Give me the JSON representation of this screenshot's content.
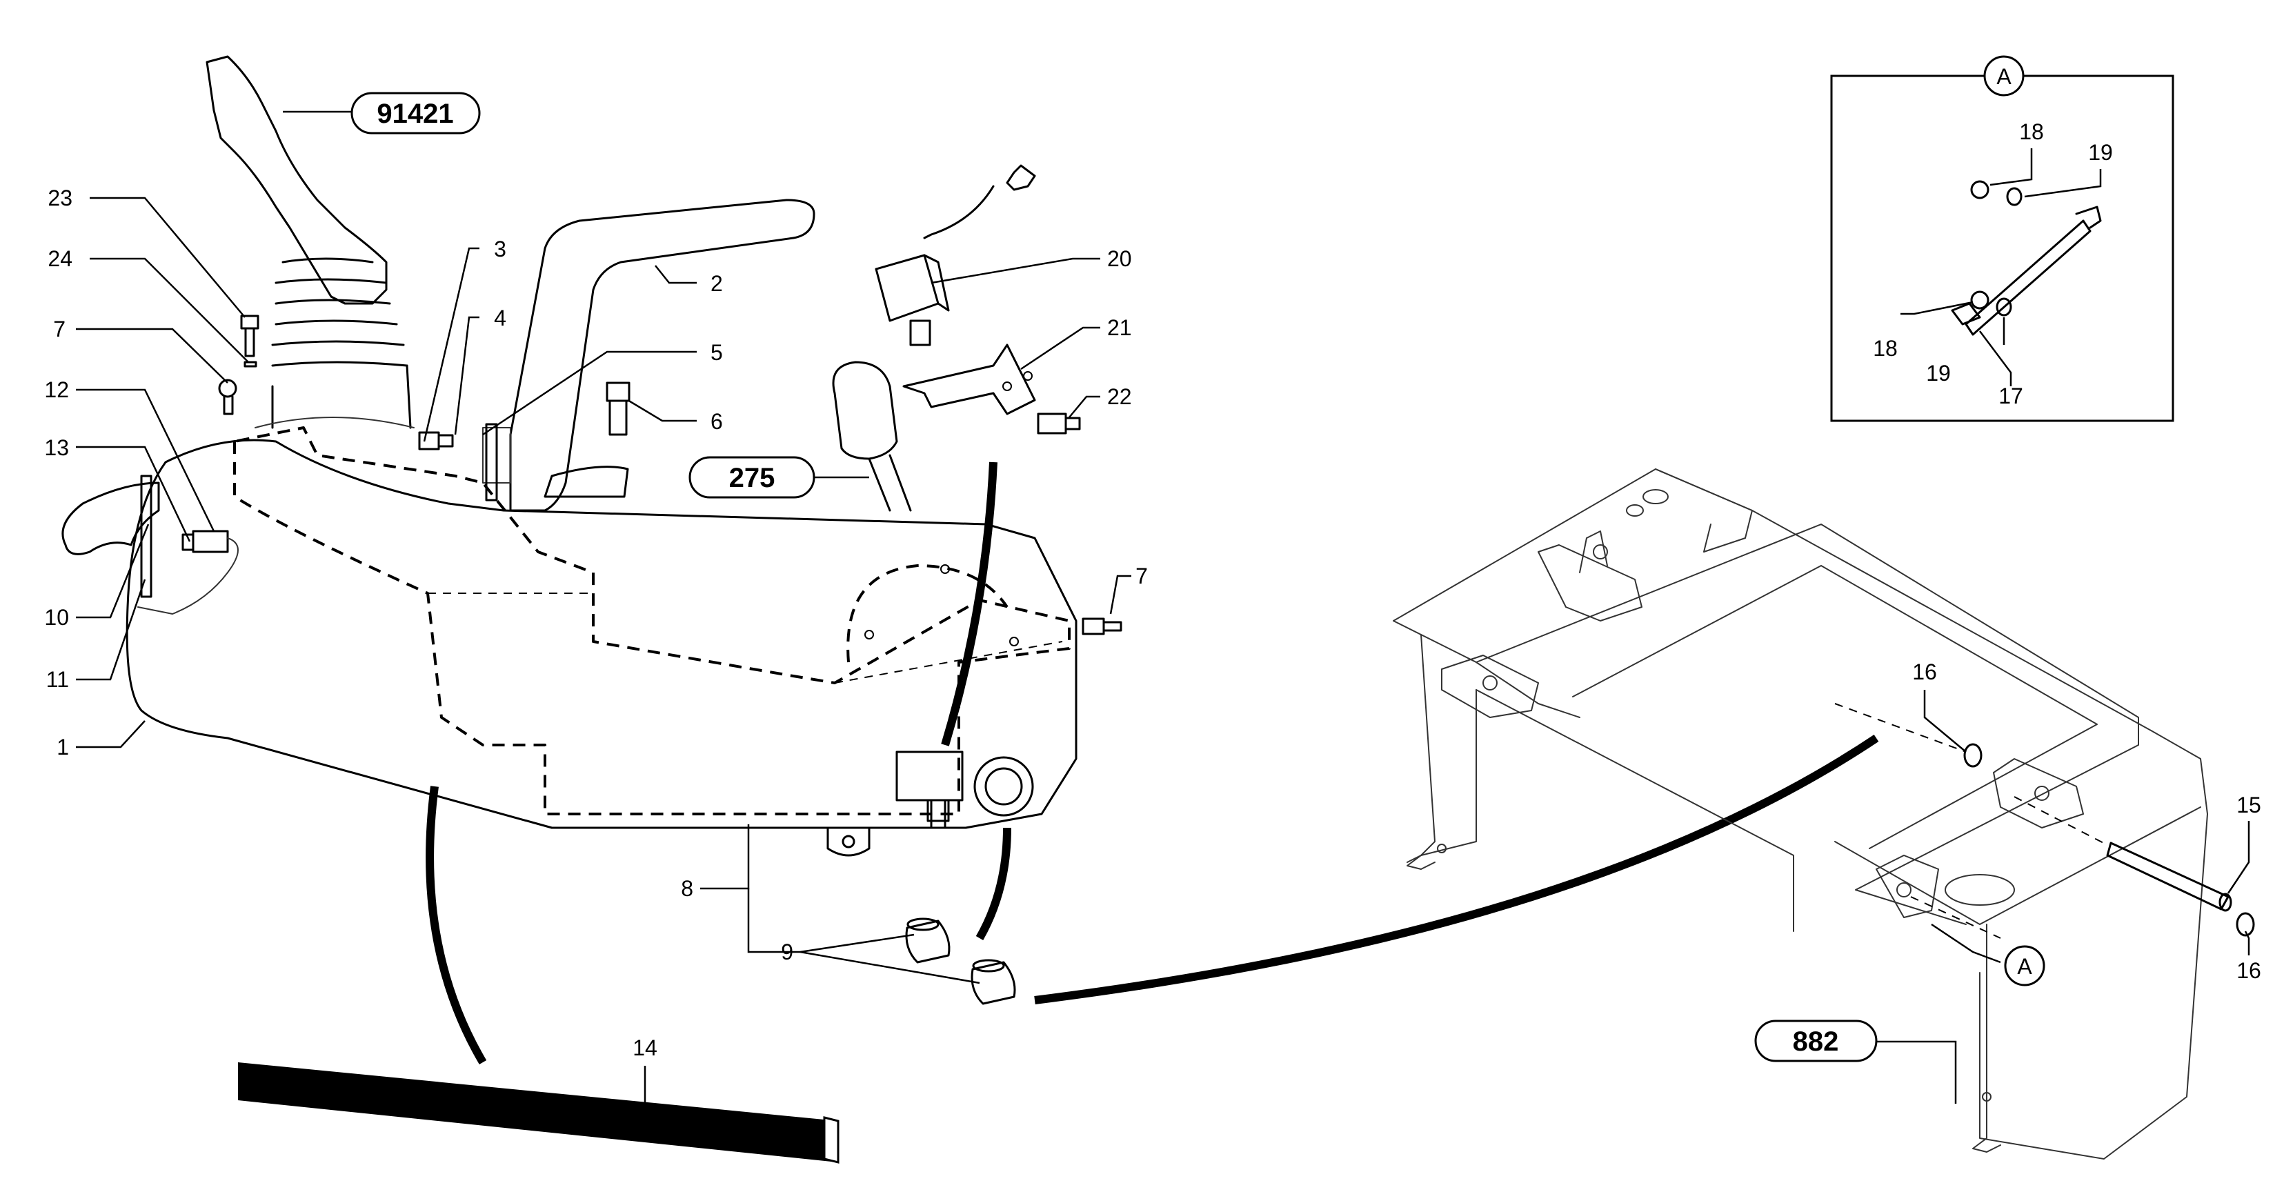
{
  "refs": {
    "r91421": "91421",
    "r275": "275",
    "r882": "882"
  },
  "detail": {
    "label": "A",
    "callouts": [
      "18",
      "19",
      "18",
      "19",
      "17"
    ]
  },
  "callouts": {
    "c23": "23",
    "c24": "24",
    "c7a": "7",
    "c12": "12",
    "c13": "13",
    "c10": "10",
    "c11": "11",
    "c1": "1",
    "c3": "3",
    "c4": "4",
    "c5": "5",
    "c6": "6",
    "c2": "2",
    "c20": "20",
    "c21": "21",
    "c22": "22",
    "c7b": "7",
    "c8": "8",
    "c9": "9",
    "c14": "14",
    "c16a": "16",
    "c15": "15",
    "c16b": "16",
    "cA": "A"
  }
}
